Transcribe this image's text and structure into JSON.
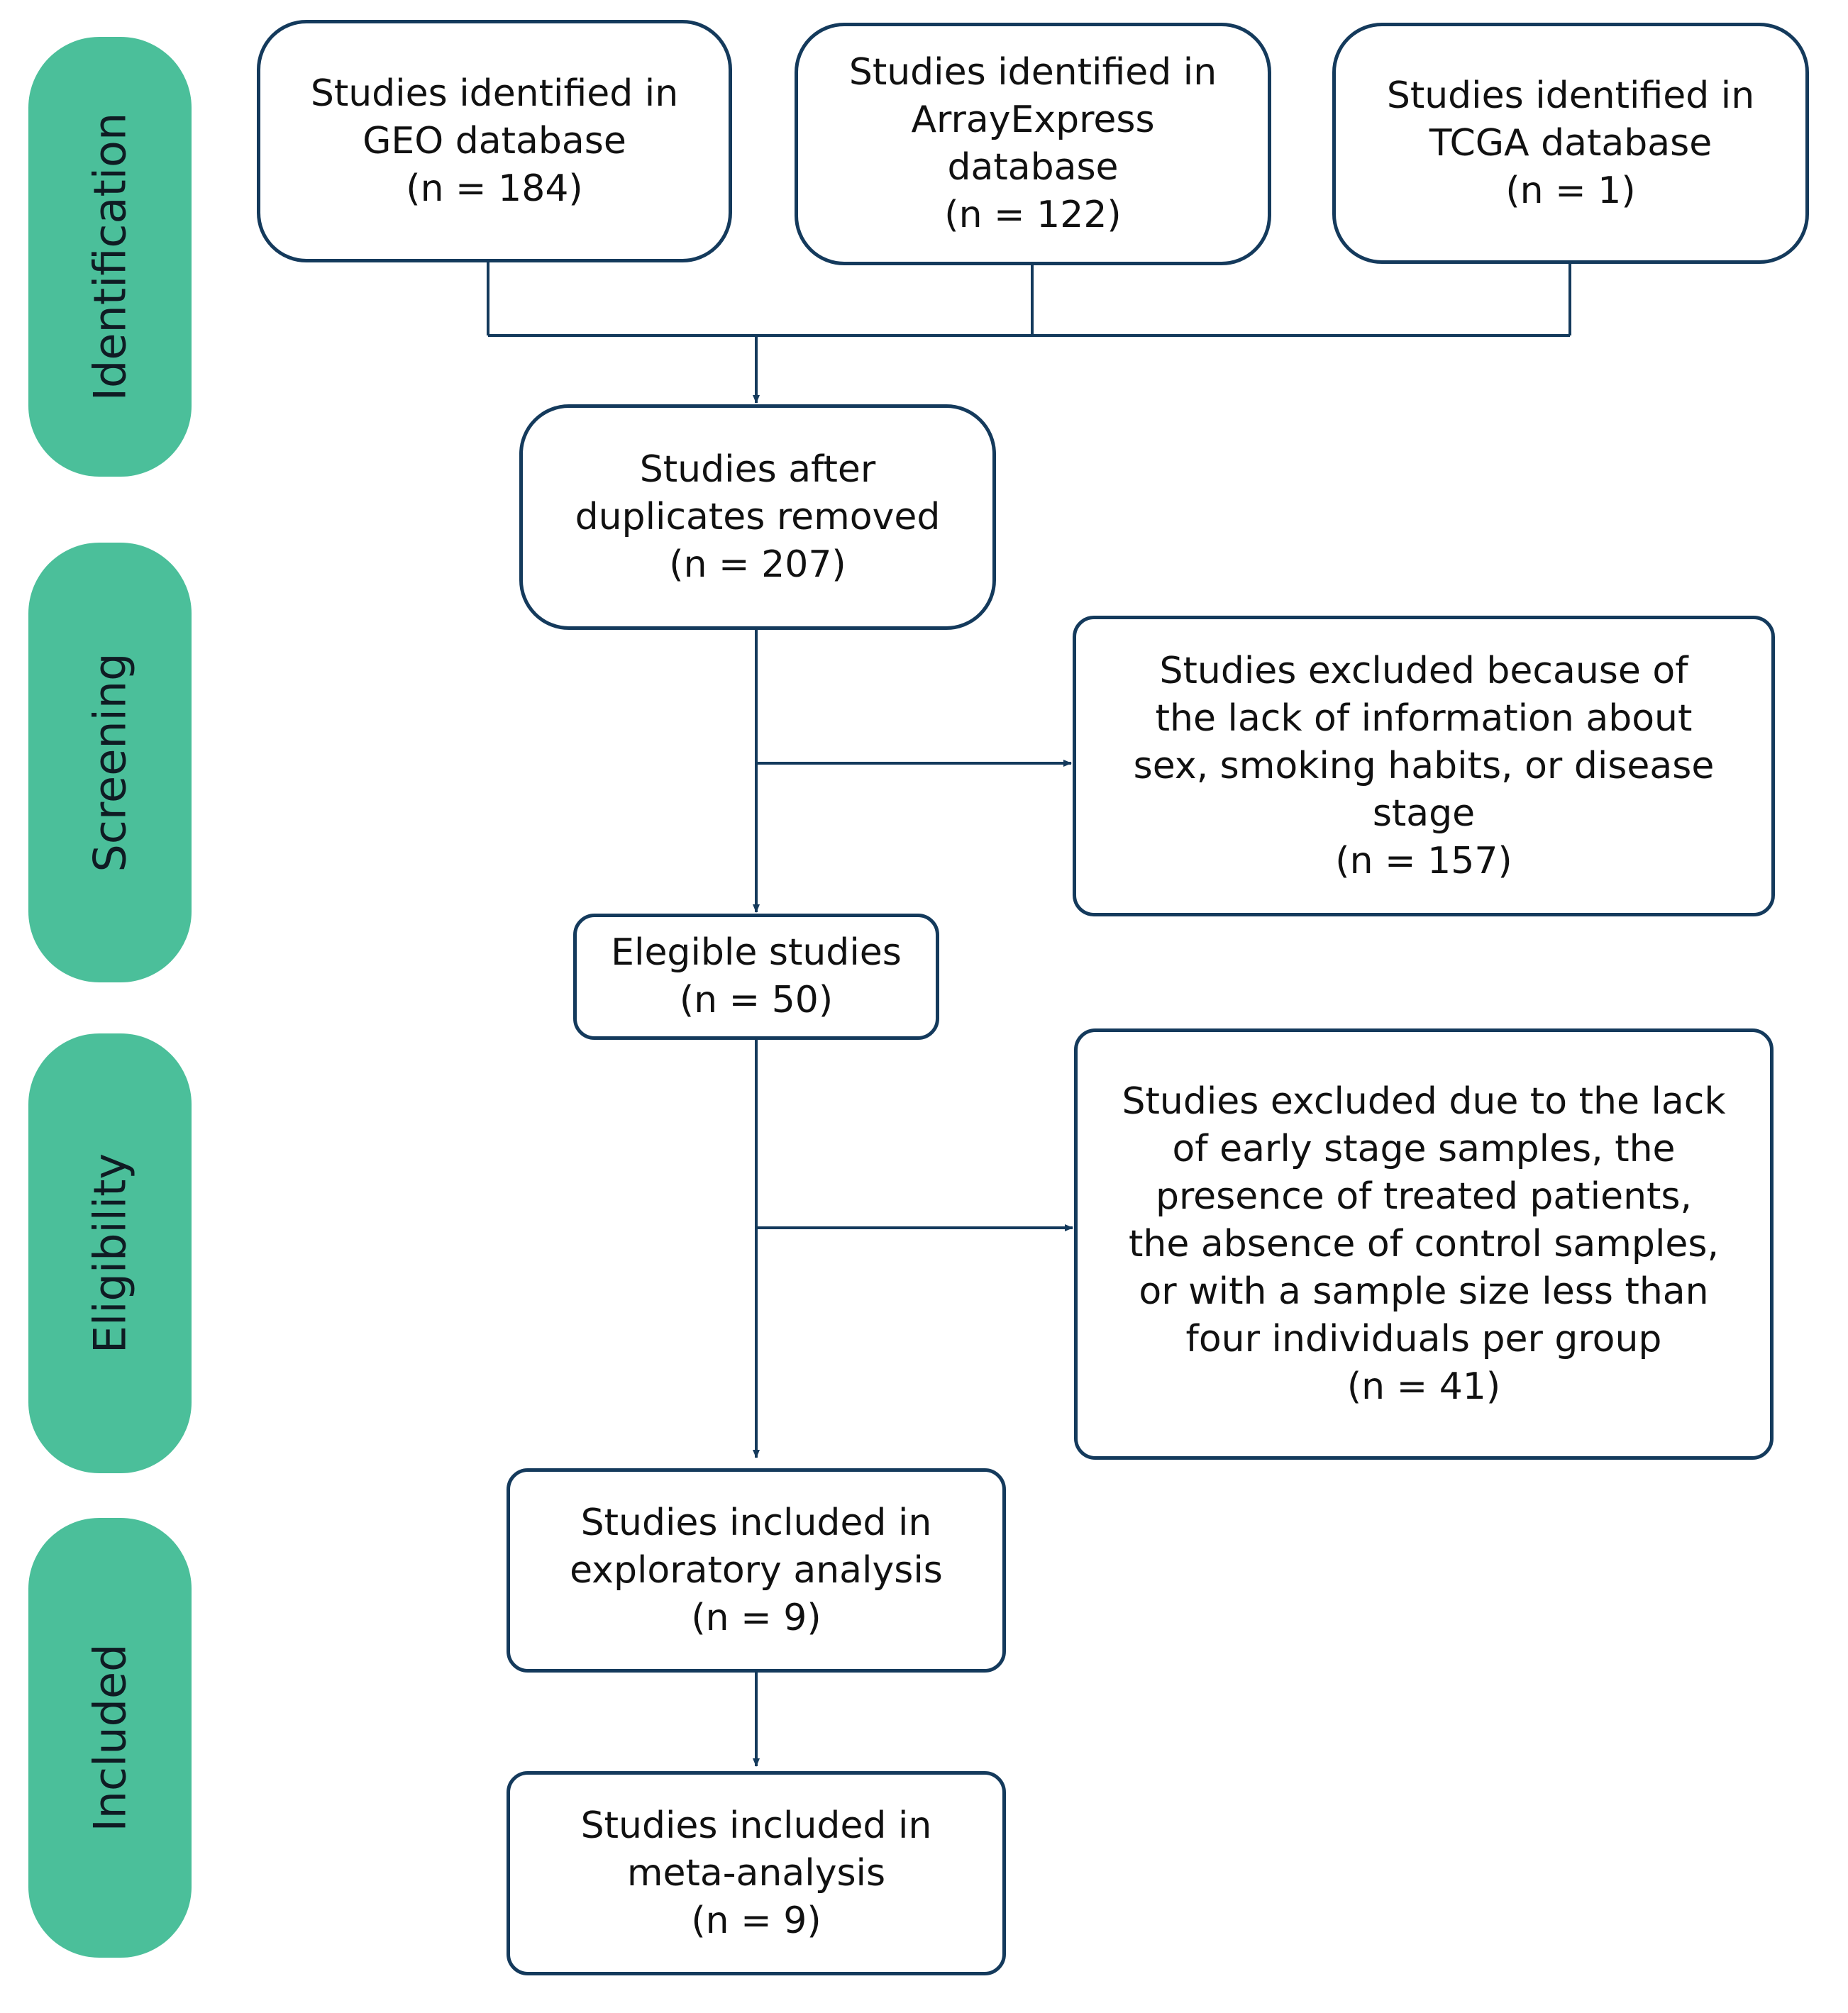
{
  "colors": {
    "phase_fill": "#4bbf9a",
    "box_border": "#143a5c",
    "connector": "#143a5c",
    "text": "#111111"
  },
  "phases": {
    "identification": "Identification",
    "screening": "Screening",
    "eligibility": "Eligibility",
    "included": "Included"
  },
  "boxes": {
    "geo": {
      "lines": [
        "Studies identified in",
        "GEO database",
        "(n = 184)"
      ]
    },
    "arrayexpress": {
      "lines": [
        "Studies identified in",
        "ArrayExpress",
        "database",
        "(n = 122)"
      ]
    },
    "tcga": {
      "lines": [
        "Studies identified in",
        "TCGA database",
        "(n = 1)"
      ]
    },
    "after_duplicates": {
      "lines": [
        "Studies after",
        "duplicates removed",
        "(n = 207)"
      ]
    },
    "excluded_screening": {
      "lines": [
        "Studies excluded because of",
        "the lack of information about",
        "sex, smoking habits, or disease",
        "stage",
        "(n = 157)"
      ]
    },
    "eligible": {
      "lines": [
        "Elegible studies",
        "(n = 50)"
      ]
    },
    "excluded_eligibility": {
      "lines": [
        "Studies excluded due to the lack",
        "of early stage samples, the",
        "presence of treated patients,",
        "the absence of control samples,",
        "or with a sample size less than",
        "four individuals per group",
        "(n = 41)"
      ]
    },
    "exploratory": {
      "lines": [
        "Studies included in",
        "exploratory analysis",
        "(n = 9)"
      ]
    },
    "meta": {
      "lines": [
        "Studies included in",
        "meta-analysis",
        "(n = 9)"
      ]
    }
  }
}
